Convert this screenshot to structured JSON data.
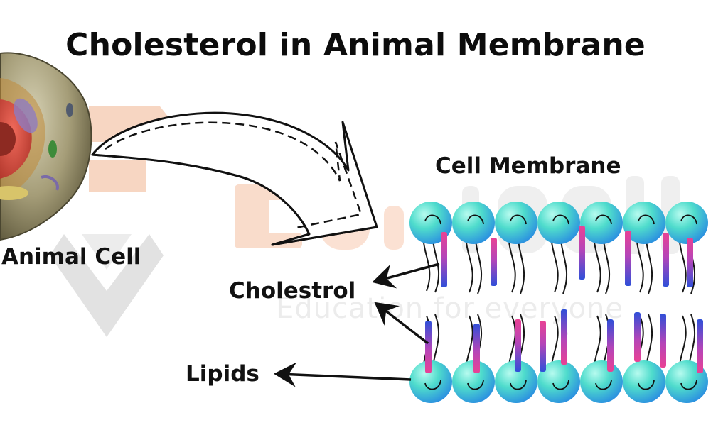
{
  "title": "Cholesterol in Animal Membrane",
  "labels": {
    "animal_cell": "Animal Cell",
    "cell_membrane": "Cell Membrane",
    "cholesterol": "Cholestrol",
    "lipids": "Lipids"
  },
  "watermark": {
    "brand": "Edu input",
    "tagline": "Education for everyone"
  },
  "colors": {
    "lipid_head_light": "#a6f2e8",
    "lipid_head_mid": "#45d6c6",
    "lipid_head_dark": "#2fa0e6",
    "cholesterol_pink": "#e83f8f",
    "cholesterol_blue": "#2f4fd8",
    "watermark_orange": "#f7cdb5",
    "watermark_gray": "#e6e6e6"
  },
  "icons": {
    "animal_cell": "animal-cell-illustration",
    "arrow": "curved-arrow-icon",
    "logo": "eduinput-logo-icon"
  }
}
